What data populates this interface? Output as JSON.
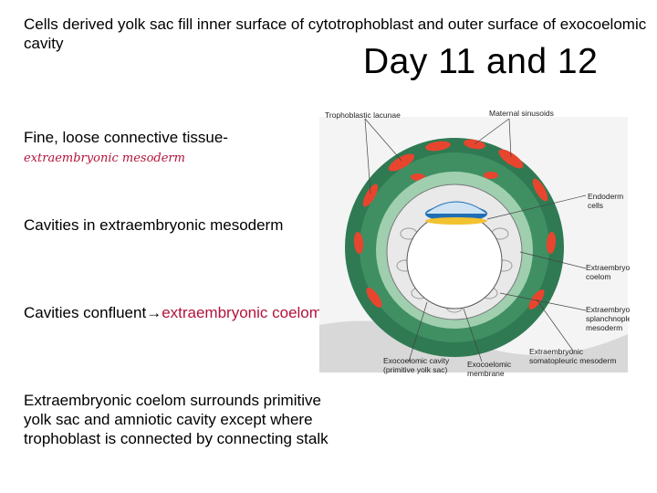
{
  "slide": {
    "title": "Day 11 and 12",
    "points": [
      {
        "text": "Cells derived yolk sac fill inner surface of cytotrophoblast and outer surface of exocoelomic cavity"
      },
      {
        "text": "Fine, loose connective tissue-",
        "sub": "extraembryonic mesoderm"
      },
      {
        "text": "Cavities in extraembryonic mesoderm"
      },
      {
        "text": "Cavities confluent",
        "arrow": "→",
        "highlight": "extraembryonic coelom or chorionic cavity"
      },
      {
        "text": "Extraembryonic coelom surrounds primitive yolk sac and amniotic cavity except where trophoblast is connected by connecting stalk"
      }
    ]
  },
  "figure": {
    "labels": {
      "trophoblastic_lacunae": "Trophoblastic lacunae",
      "maternal_sinusoids": "Maternal sinusoids",
      "endoderm_cells": [
        "Endoderm",
        "cells"
      ],
      "extraembryonic_coelom": [
        "Extraembryonic",
        "coelom"
      ],
      "splanchnopleuric": [
        "Extraembryonic",
        "splanchnopleuric",
        "mesoderm"
      ],
      "somatopleuric": [
        "Extraembryonic",
        "somatopleuric mesoderm"
      ],
      "exocoelomic_cavity": [
        "Exocoelomic cavity",
        "(primitive yolk sac)"
      ],
      "exocoelomic_membrane": [
        "Exocoelomic",
        "membrane"
      ]
    },
    "colors": {
      "trophoblast": "#2f7a52",
      "trophoblast_light": "#9fcfae",
      "lacunae": "#e8452f",
      "epiblast": "#1f6fb5",
      "hypoblast": "#f2c230",
      "mesoderm": "#e9e9e9"
    }
  }
}
